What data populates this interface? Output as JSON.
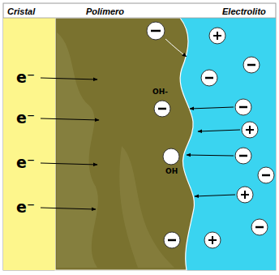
{
  "diagram": {
    "nodes": [
      {
        "text": [
          "Cristal"
        ]
      },
      {
        "text": [
          "Polímero"
        ]
      },
      {
        "text": [
          "Electrolito"
        ]
      }
    ],
    "labels": [
      "e⁻",
      "e⁻",
      "e⁻",
      "e⁻",
      "OH-",
      "OH"
    ]
  }
}
